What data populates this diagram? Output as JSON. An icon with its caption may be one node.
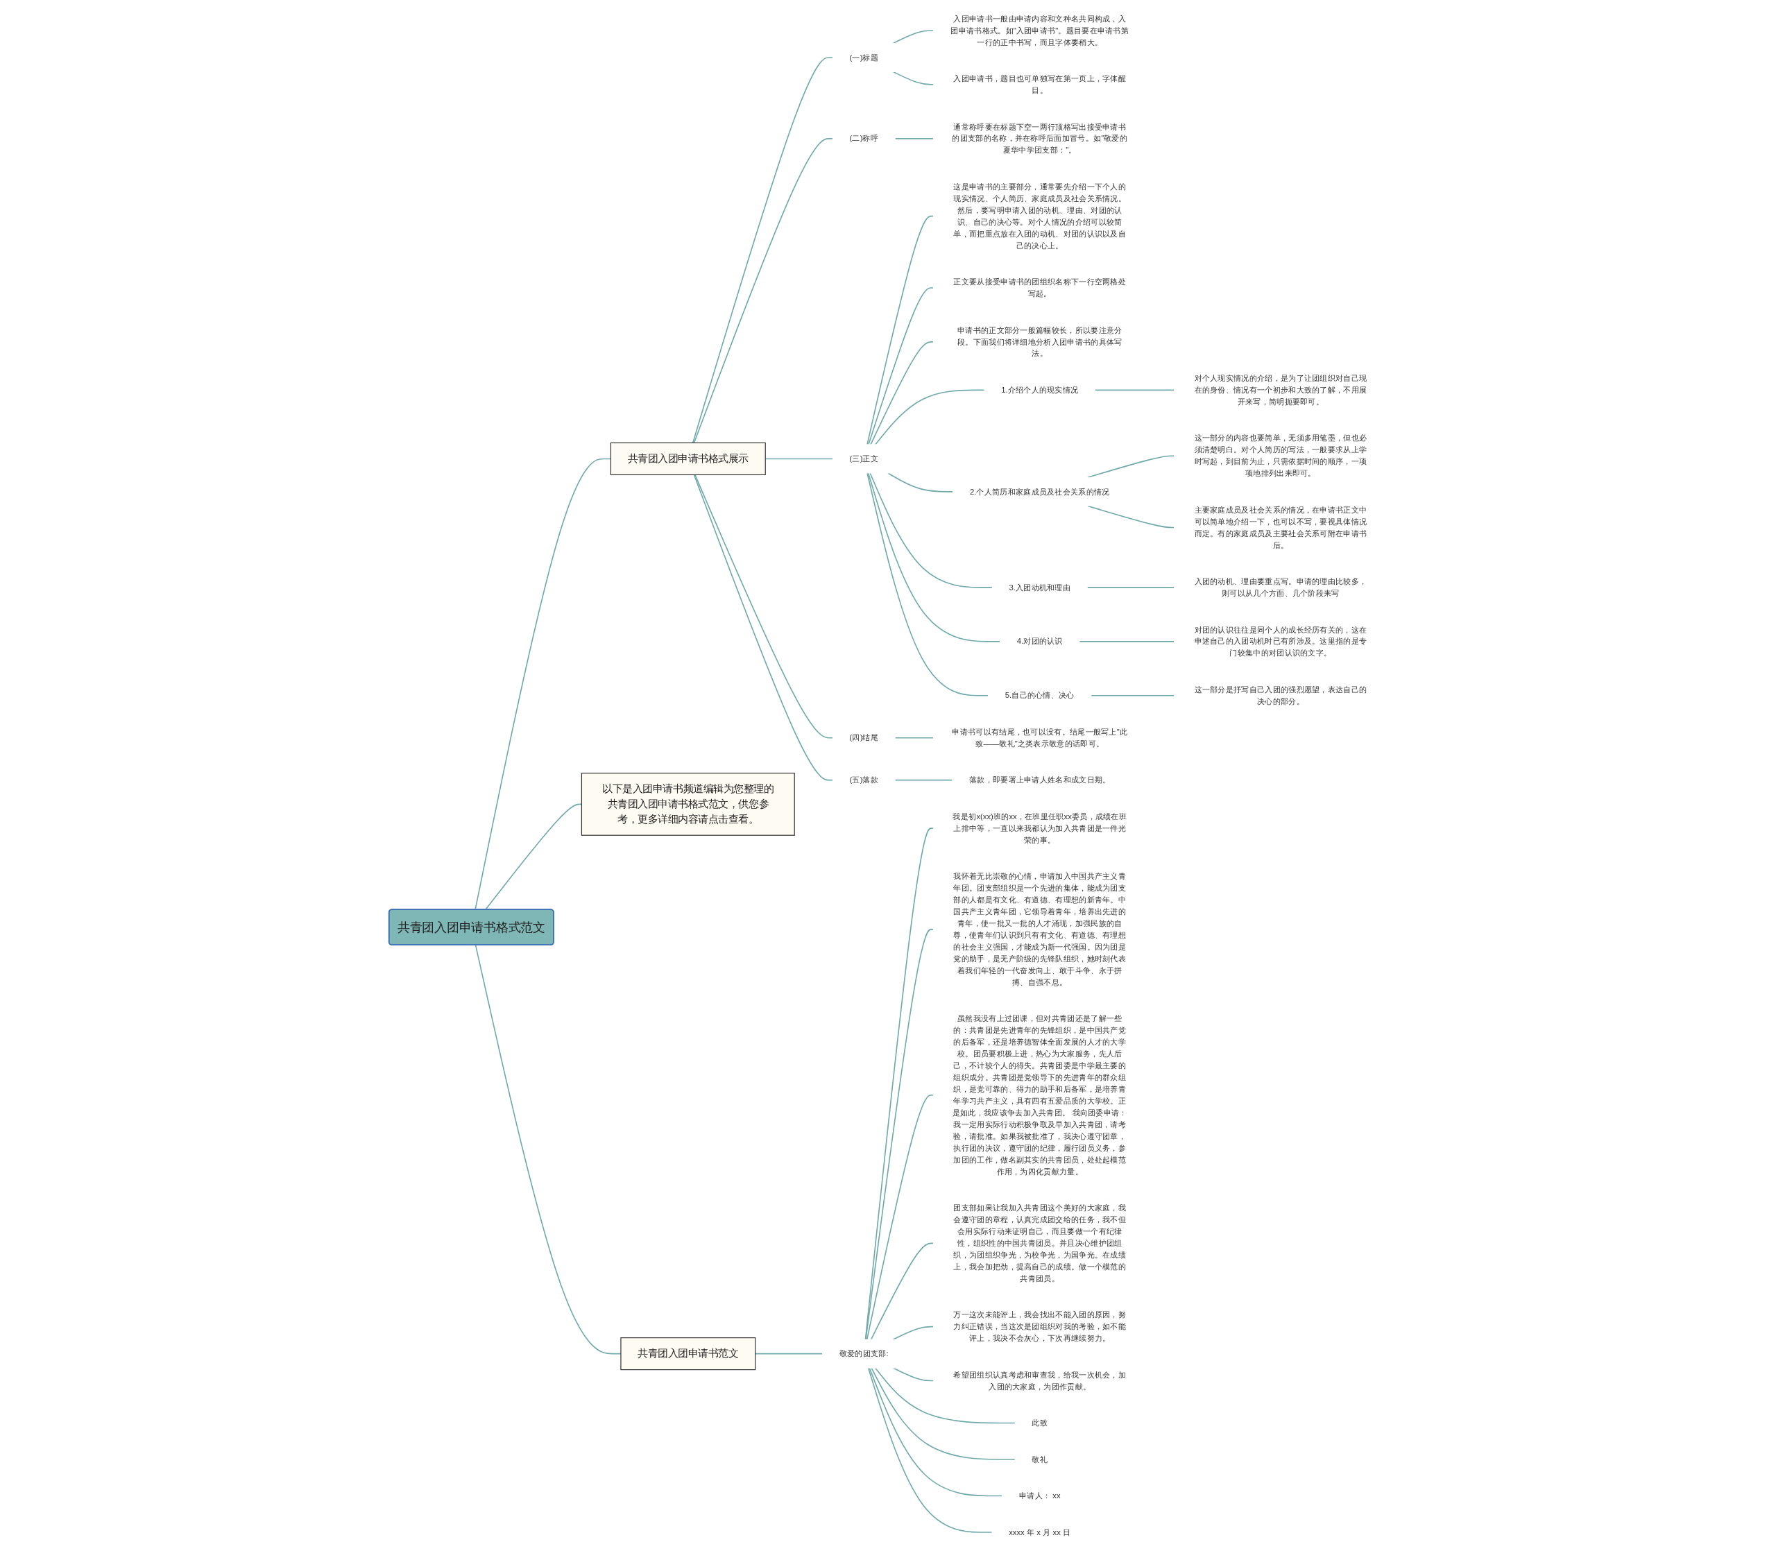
{
  "diagram": {
    "nodes": [
      {
        "text": [
          "共青团入团申请书格式范文"
        ]
      },
      {
        "text": [
          "共青团入团申请书格式展示"
        ]
      },
      {
        "text": [
          "(一)标题"
        ]
      },
      {
        "text": [
          "入团申请书一般由申请内容和文种名共同构成，入团申请书格式。如\"入团申请书\"。题目要在申请书第一行的正中书写，而且字体要稍大。"
        ]
      },
      {
        "text": [
          "入团申请书，题目也可单独写在第一页上，字体醒目。"
        ]
      },
      {
        "text": [
          "(二)称呼"
        ]
      },
      {
        "text": [
          "通常称呼要在标题下空一两行顶格写出接受申请书的团支部的名称，并在称呼后面加冒号。如\"敬爱的夏华中学团支部：\"。"
        ]
      },
      {
        "text": [
          "(三)正文"
        ]
      },
      {
        "text": [
          "这是申请书的主要部分，通常要先介绍一下个人的现实情况、个人简历、家庭成员及社会关系情况。然后，要写明申请入团的动机、理由、对团的认识、自己的决心等。对个人情况的介绍可以较简单，而把重点放在入团的动机、对团的认识以及自己的决心上。"
        ]
      },
      {
        "text": [
          "正文要从接受申请书的团组织名称下一行空两格处写起。"
        ]
      },
      {
        "text": [
          "申请书的正文部分一般篇幅较长，所以要注意分段。下面我们将详细地分析入团申请书的具体写法。"
        ]
      },
      {
        "text": [
          "1.介绍个人的现实情况"
        ]
      },
      {
        "text": [
          "对个人现实情况的介绍，是为了让团组织对自己现在的身份、情况有一个初步和大致的了解，不用展开来写，简明扼要即可。"
        ]
      },
      {
        "text": [
          "2.个人简历和家庭成员及社会关系的情况"
        ]
      },
      {
        "text": [
          "这一部分的内容也要简单，无须多用笔墨，但也必须清楚明白。对个人简历的写法，一般要求从上学时写起，到目前为止，只需依据时间的顺序，一项项地排列出来即可。"
        ]
      },
      {
        "text": [
          "主要家庭成员及社会关系的情况，在申请书正文中可以简单地介绍一下，也可以不写，要视具体情况而定。有的家庭成员及主要社会关系可附在申请书后。"
        ]
      },
      {
        "text": [
          "3.入团动机和理由"
        ]
      },
      {
        "text": [
          "入团的动机、理由要重点写。申请的理由比较多，则可以从几个方面、几个阶段来写"
        ]
      },
      {
        "text": [
          "4.对团的认识"
        ]
      },
      {
        "text": [
          "对团的认识往往是同个人的成长经历有关的，这在申述自己的入团动机时已有所涉及。这里指的是专门较集中的对团认识的文字。"
        ]
      },
      {
        "text": [
          "5.自己的心情、决心"
        ]
      },
      {
        "text": [
          "这一部分是抒写自己入团的强烈愿望，表达自己的决心的部分。"
        ]
      },
      {
        "text": [
          "(四)结尾"
        ]
      },
      {
        "text": [
          "申请书可以有结尾，也可以没有。结尾一般写上\"此致——敬礼\"之类表示敬意的话即可。"
        ]
      },
      {
        "text": [
          "(五)落款"
        ]
      },
      {
        "text": [
          "落款，即要署上申请人姓名和成文日期。"
        ]
      },
      {
        "text": [
          "以下是入团申请书频道编辑为您整理的共青团入团申请书格式范文，供您参考，更多详细内容请点击查看。"
        ]
      },
      {
        "text": [
          "共青团入团申请书范文"
        ]
      },
      {
        "text": [
          "敬爱的团支部:"
        ]
      },
      {
        "text": [
          "我是初x(xx)班的xx，在班里任职xx委员，成绩在班上排中等，一直以来我都认为加入共青团是一件光荣的事。"
        ]
      },
      {
        "text": [
          "我怀着无比崇敬的心情，申请加入中国共产主义青年团。团支部组织是一个先进的集体，能成为团支部的人都是有文化、有道德、有理想的新青年。中国共产主义青年团，它领导着青年，培养出先进的青年，使一批又一批的人才涌现，加强民族的自尊，使青年们认识到只有有文化、有道德、有理想的社会主义强国，才能成为新一代强国。因为团是党的助手，是无产阶级的先锋队组织，她时刻代表着我们年轻的一代奋发向上、敢于斗争、永于拼搏、自强不息。"
        ]
      },
      {
        "text": [
          "虽然我没有上过团课，但对共青团还是了解一些的：共青团是先进青年的先锋组织，是中国共产党的后备军，还是培养德智体全面发展的人才的大学校。团员要积极上进，热心为大家服务，先人后己，不计较个人的得失。共青团委是中学最主要的组织成分。共青团是党领导下的先进青年的群众组织，是党可靠的、得力的助手和后备军，是培养青年学习共产主义，具有四有五爱品质的大学校。正是如此，我应该争去加入共青团。 我向团委申请：我一定用实际行动积极争取及早加入共青团，请考验，请批准。如果我被批准了，我决心遵守团章，执行团的决议，遵守团的纪律，履行团员义务，参加团的工作，做名副其实的共青团员，处处起模范作用，为四化贡献力量。"
        ]
      },
      {
        "text": [
          "团支部如果让我加入共青团这个美好的大家庭，我会遵守团的章程，认真完成团交给的任务，我不但会用实际行动来证明自己，而且要做一个有纪律性，组织性的中国共青团员。并且决心维护团组织，为团组织争光，为校争光，为国争光。在成绩上，我会加把劲，提高自己的成绩。做一个模范的共青团员。"
        ]
      },
      {
        "text": [
          "万一这次未能评上，我会找出不能入团的原因，努力纠正错误，当这次是团组织对我的考验，如不能评上，我决不会灰心，下次再继续努力。"
        ]
      },
      {
        "text": [
          "希望团组织认真考虑和审查我，给我一次机会，加入团的大家庭，为团作贡献。"
        ]
      },
      {
        "text": [
          "此致"
        ]
      },
      {
        "text": [
          "敬礼"
        ]
      },
      {
        "text": [
          "申请人： xx"
        ]
      },
      {
        "text": [
          "xxxx 年 x 月 xx 日"
        ]
      }
    ],
    "edges": [
      {
        "from": 0,
        "to": 1,
        "arrow": "none"
      },
      {
        "from": 1,
        "to": 2,
        "arrow": "none"
      },
      {
        "from": 2,
        "to": 3,
        "arrow": "none"
      },
      {
        "from": 2,
        "to": 4,
        "arrow": "none"
      },
      {
        "from": 1,
        "to": 5,
        "arrow": "none"
      },
      {
        "from": 5,
        "to": 6,
        "arrow": "none"
      },
      {
        "from": 1,
        "to": 7,
        "arrow": "none"
      },
      {
        "from": 7,
        "to": 8,
        "arrow": "none"
      },
      {
        "from": 7,
        "to": 9,
        "arrow": "none"
      },
      {
        "from": 7,
        "to": 10,
        "arrow": "none"
      },
      {
        "from": 7,
        "to": 11,
        "arrow": "none"
      },
      {
        "from": 11,
        "to": 12,
        "arrow": "none"
      },
      {
        "from": 7,
        "to": 13,
        "arrow": "none"
      },
      {
        "from": 13,
        "to": 14,
        "arrow": "none"
      },
      {
        "from": 13,
        "to": 15,
        "arrow": "none"
      },
      {
        "from": 7,
        "to": 16,
        "arrow": "none"
      },
      {
        "from": 16,
        "to": 17,
        "arrow": "none"
      },
      {
        "from": 7,
        "to": 18,
        "arrow": "none"
      },
      {
        "from": 18,
        "to": 19,
        "arrow": "none"
      },
      {
        "from": 7,
        "to": 20,
        "arrow": "none"
      },
      {
        "from": 20,
        "to": 21,
        "arrow": "none"
      },
      {
        "from": 1,
        "to": 22,
        "arrow": "none"
      },
      {
        "from": 22,
        "to": 23,
        "arrow": "none"
      },
      {
        "from": 1,
        "to": 24,
        "arrow": "none"
      },
      {
        "from": 24,
        "to": 25,
        "arrow": "none"
      },
      {
        "from": 0,
        "to": 26,
        "arrow": "none"
      },
      {
        "from": 0,
        "to": 27,
        "arrow": "none"
      },
      {
        "from": 27,
        "to": 28,
        "arrow": "none"
      },
      {
        "from": 28,
        "to": 29,
        "arrow": "none"
      },
      {
        "from": 28,
        "to": 30,
        "arrow": "none"
      },
      {
        "from": 28,
        "to": 31,
        "arrow": "none"
      },
      {
        "from": 28,
        "to": 32,
        "arrow": "none"
      },
      {
        "from": 28,
        "to": 33,
        "arrow": "none"
      },
      {
        "from": 28,
        "to": 34,
        "arrow": "none"
      },
      {
        "from": 28,
        "to": 35,
        "arrow": "none"
      },
      {
        "from": 28,
        "to": 36,
        "arrow": "none"
      },
      {
        "from": 28,
        "to": 37,
        "arrow": "none"
      },
      {
        "from": 28,
        "to": 38,
        "arrow": "none"
      }
    ]
  }
}
